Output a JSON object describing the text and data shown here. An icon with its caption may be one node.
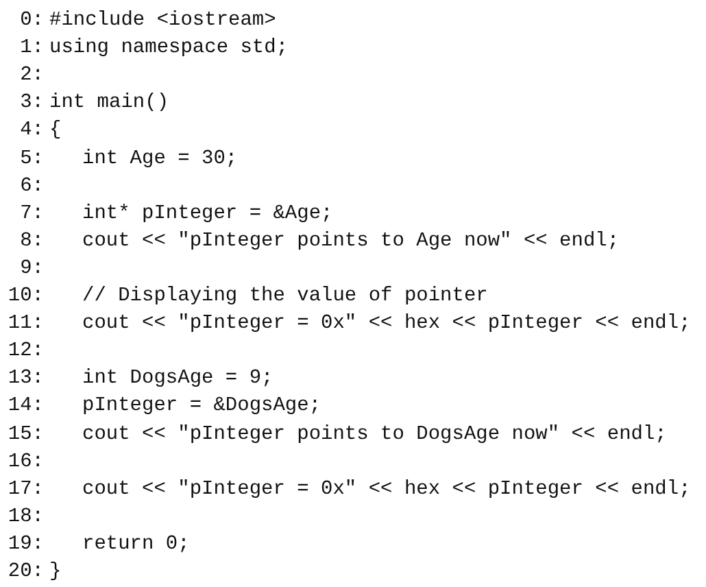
{
  "diagram": {
    "labels": [
      "0:",
      "#include <iostream>",
      "1:",
      "using namespace std;",
      "2:",
      "3:",
      "int main()",
      "4:",
      "{",
      "5:",
      "int Age = 30;",
      "6:",
      "7:",
      "int* pInteger = &Age;",
      "8:",
      "cout << \"pInteger points to Age now\" << endl;",
      "9:",
      "10:",
      "// Displaying the value of pointer",
      "11:",
      "cout << \"pInteger = 0x\" << hex << pInteger << endl;",
      "12:",
      "13:",
      "int DogsAge = 9;",
      "14:",
      "pInteger = &DogsAge;",
      "15:",
      "cout << \"pInteger points to DogsAge now\" << endl;",
      "16:",
      "17:",
      "cout << \"pInteger = 0x\" << hex << pInteger << endl;",
      "18:",
      "19:",
      "return 0;",
      "20:",
      "}"
    ]
  }
}
